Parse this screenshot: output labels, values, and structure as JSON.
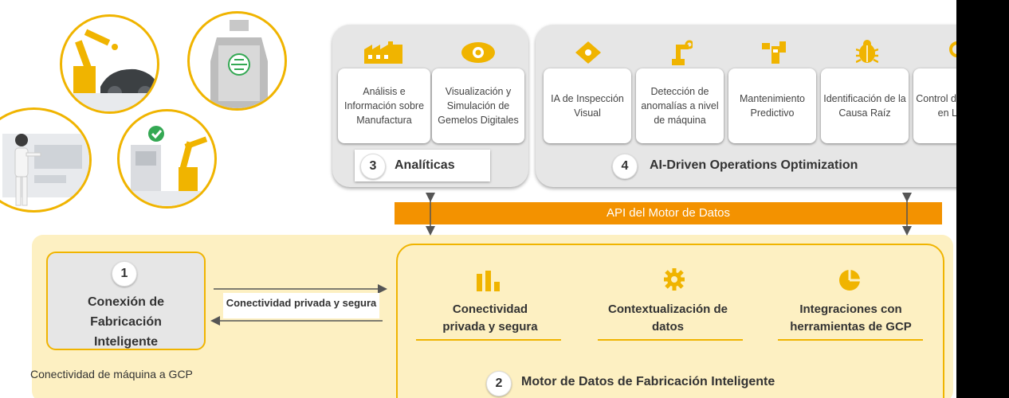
{
  "colors": {
    "accent": "#f0b400",
    "api_bar": "#f39200",
    "engine_bg": "#fdf0c2"
  },
  "analiticas": {
    "number": "3",
    "title": "Analíticas",
    "cards": [
      {
        "icon": "factory-icon",
        "text": "Análisis e Información sobre Manufactura"
      },
      {
        "icon": "eye-icon",
        "text": "Visualización y Simulación de Gemelos Digitales"
      }
    ]
  },
  "ai_ops": {
    "number": "4",
    "title": "AI-Driven Operations Optimization",
    "cards": [
      {
        "icon": "diamond-icon",
        "text": "IA de Inspección Visual"
      },
      {
        "icon": "robot-arm-icon",
        "text": "Detección de anomalías a nivel de máquina"
      },
      {
        "icon": "maintenance-icon",
        "text": "Mantenimiento Predictivo"
      },
      {
        "icon": "bug-icon",
        "text": "Identificación de la Causa Raíz"
      },
      {
        "icon": "search-icon",
        "text": "Control de Calidad en Línea"
      }
    ]
  },
  "api_bar": {
    "label": "API del Motor de Datos"
  },
  "conexion": {
    "number": "1",
    "title": "Conexión de Fabricación Inteligente"
  },
  "link": {
    "label": "Conectividad privada y segura"
  },
  "engine": {
    "number": "2",
    "title": "Motor de Datos de Fabricación Inteligente",
    "items": [
      {
        "icon": "bar-chart-icon",
        "text": "Conectividad privada y segura"
      },
      {
        "icon": "gear-icon",
        "text": "Contextualización de datos"
      },
      {
        "icon": "pie-chart-icon",
        "text": "Integraciones con herramientas de GCP"
      }
    ]
  },
  "footer_caption": "Conectividad de máquina a GCP"
}
